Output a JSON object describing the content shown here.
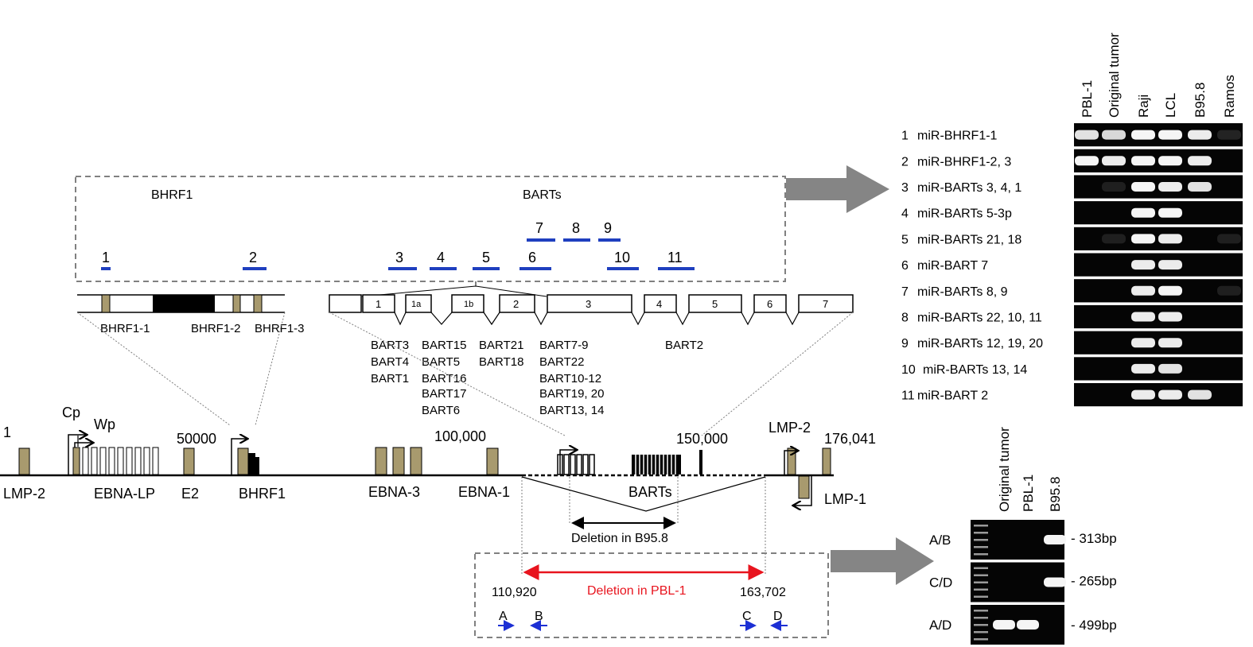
{
  "zoom_box": {
    "left_title": "BHRF1",
    "right_title": "BARTs",
    "mirna_numbers": [
      "1",
      "2",
      "3",
      "4",
      "5",
      "6",
      "7",
      "8",
      "9",
      "10",
      "11"
    ],
    "mirna_bar_color": "#1f3fbf"
  },
  "bhrf1_transcript": {
    "labels": [
      "BHRF1-1",
      "BHRF1-2",
      "BHRF1-3"
    ]
  },
  "bart_exons": [
    "1",
    "1a",
    "1b",
    "2",
    "3",
    "4",
    "5",
    "6",
    "7"
  ],
  "bart_clusters": {
    "col1": [
      "BART3",
      "BART4",
      "BART1"
    ],
    "col2": [
      "BART15",
      "BART5",
      "BART16",
      "BART17",
      "BART6"
    ],
    "col3": [
      "BART21",
      "BART18"
    ],
    "col4": [
      "BART7-9",
      "BART22",
      "BART10-12",
      "BART19, 20",
      "BART13, 14"
    ],
    "col5": [
      "BART2"
    ]
  },
  "genome": {
    "start": "1",
    "promoter_cp": "Cp",
    "promoter_wp": "Wp",
    "pos_50000": "50000",
    "pos_100000": "100,000",
    "pos_150000": "150,000",
    "end": "176,041",
    "gene_lmp2_left": "LMP-2",
    "gene_ebna_lp": "EBNA-LP",
    "gene_e2": "E2",
    "gene_bhrf1": "BHRF1",
    "gene_ebna3": "EBNA-3",
    "gene_ebna1": "EBNA-1",
    "gene_barts": "BARTs",
    "gene_lmp2_right": "LMP-2",
    "gene_lmp1": "LMP-1",
    "exon_color": "#a89a6e",
    "deletion_b958": "Deletion in B95.8"
  },
  "pbl_box": {
    "deletion_label": "Deletion in PBL-1",
    "deletion_color": "#e8141e",
    "pos_left": "110,920",
    "pos_right": "163,702",
    "primers": [
      "A",
      "B",
      "C",
      "D"
    ],
    "primer_color": "#1c2fd4"
  },
  "mirna_gel": {
    "lanes": [
      "PBL-1",
      "Original tumor",
      "Raji",
      "LCL",
      "B95.8",
      "Ramos"
    ],
    "rows": [
      {
        "num": "1",
        "label": "miR-BHRF1-1",
        "bands": [
          0.85,
          0.8,
          0.95,
          0.95,
          0.9,
          0.08
        ]
      },
      {
        "num": "2",
        "label": "miR-BHRF1-2, 3",
        "bands": [
          0.95,
          0.9,
          0.95,
          0.95,
          0.9,
          0.0
        ]
      },
      {
        "num": "3",
        "label": "miR-BARTs 3, 4, 1",
        "bands": [
          0.0,
          0.05,
          0.95,
          0.9,
          0.85,
          0.0
        ]
      },
      {
        "num": "4",
        "label": "miR-BARTs 5-3p",
        "bands": [
          0.0,
          0.0,
          0.95,
          0.95,
          0.0,
          0.0
        ]
      },
      {
        "num": "5",
        "label": "miR-BARTs 21, 18",
        "bands": [
          0.0,
          0.05,
          0.95,
          0.9,
          0.0,
          0.05
        ]
      },
      {
        "num": "6",
        "label": "miR-BART 7",
        "bands": [
          0.0,
          0.0,
          0.9,
          0.9,
          0.0,
          0.0
        ]
      },
      {
        "num": "7",
        "label": "miR-BARTs 8, 9",
        "bands": [
          0.0,
          0.0,
          0.9,
          0.95,
          0.0,
          0.05
        ]
      },
      {
        "num": "8",
        "label": "miR-BARTs 22, 10, 11",
        "bands": [
          0.0,
          0.0,
          0.9,
          0.9,
          0.0,
          0.0
        ]
      },
      {
        "num": "9",
        "label": "miR-BARTs 12, 19, 20",
        "bands": [
          0.0,
          0.0,
          0.9,
          0.9,
          0.0,
          0.0
        ]
      },
      {
        "num": "10",
        "label": "miR-BARTs 13, 14",
        "bands": [
          0.0,
          0.0,
          0.9,
          0.85,
          0.0,
          0.0
        ]
      },
      {
        "num": "11",
        "label": "miR-BART 2",
        "bands": [
          0.0,
          0.0,
          0.9,
          0.9,
          0.85,
          0.0
        ]
      }
    ]
  },
  "pcr_gel": {
    "lanes": [
      "Original tumor",
      "PBL-1",
      "B95.8"
    ],
    "rows": [
      {
        "label": "A/B",
        "size": "- 313bp",
        "bands": [
          0.0,
          0.0,
          0.95
        ]
      },
      {
        "label": "C/D",
        "size": "- 265bp",
        "bands": [
          0.0,
          0.0,
          0.95
        ]
      },
      {
        "label": "A/D",
        "size": "- 499bp",
        "bands": [
          0.95,
          0.95,
          0.0
        ]
      }
    ]
  }
}
